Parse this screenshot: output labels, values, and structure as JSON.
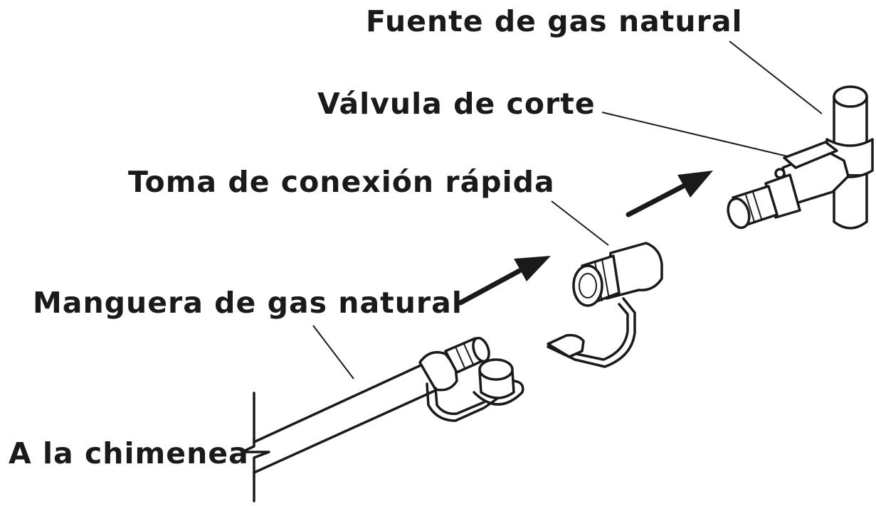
{
  "labels": {
    "fuente": "Fuente de gas natural",
    "valvula": "Válvula de corte",
    "toma": "Toma de conexión rápida",
    "manguera": "Manguera de gas natural",
    "chimenea": "A la chimenea"
  },
  "colors": {
    "ink": "#1a1a1a",
    "background": "#ffffff"
  }
}
